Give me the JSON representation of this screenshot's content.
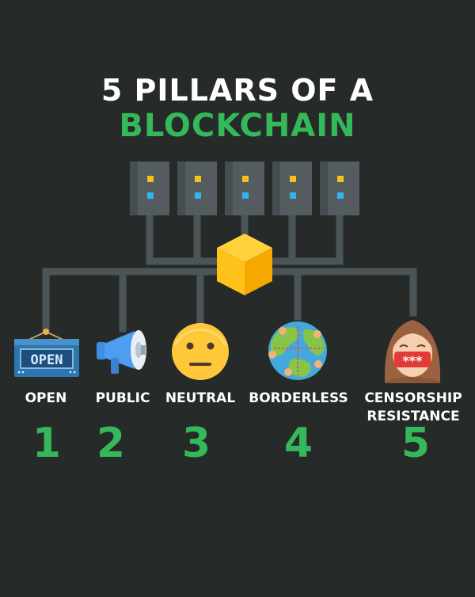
{
  "title": {
    "line1": "5 PILLARS OF A",
    "line2": "BLOCKCHAIN"
  },
  "colors": {
    "background": "#262a28",
    "accent_green": "#35b85a",
    "text": "#ffffff",
    "connector": "#4b5557",
    "server": "#545c60",
    "cube": "#ffc21a"
  },
  "sign_text": "OPEN",
  "mask_text": "***",
  "pillars": [
    {
      "number": "1",
      "label": "OPEN",
      "icon": "open-sign-icon"
    },
    {
      "number": "2",
      "label": "PUBLIC",
      "icon": "megaphone-icon"
    },
    {
      "number": "3",
      "label": "NEUTRAL",
      "icon": "neutral-face-icon"
    },
    {
      "number": "4",
      "label": "BORDERLESS",
      "icon": "globe-icon"
    },
    {
      "number": "5",
      "label_line1": "CENSORSHIP",
      "label_line2": "RESISTANCE",
      "icon": "censored-person-icon"
    }
  ]
}
